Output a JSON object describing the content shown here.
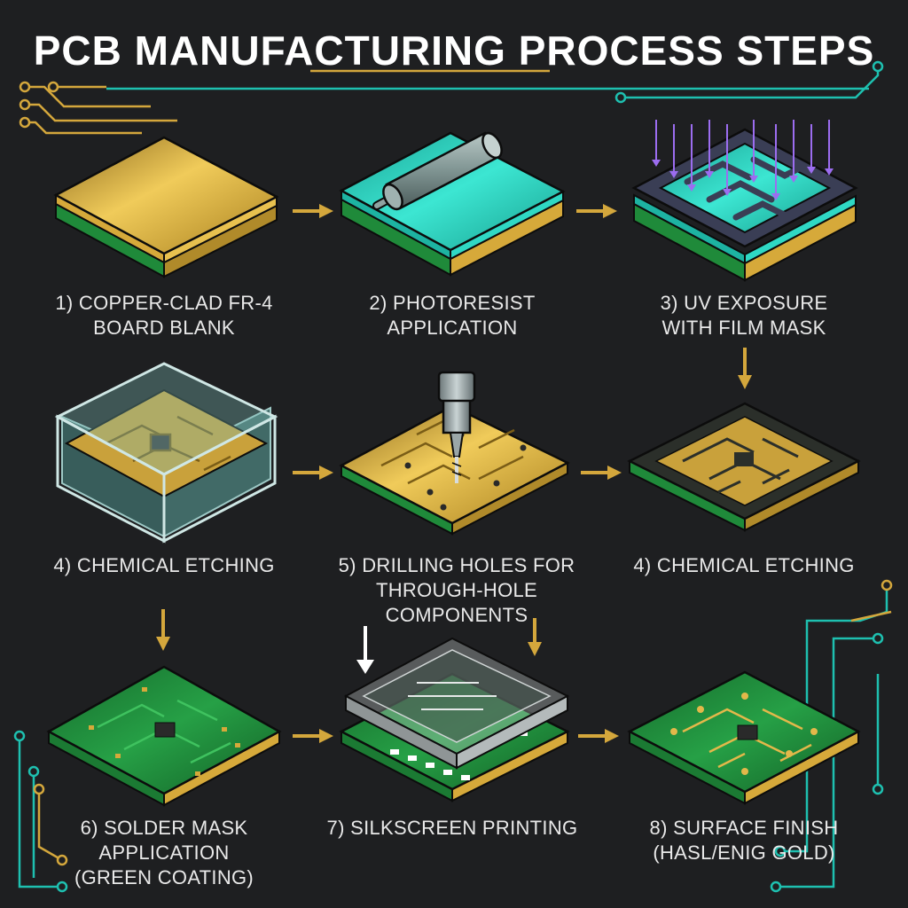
{
  "title": "PCB MANUFACTURING PROCESS STEPS",
  "steps": [
    {
      "lines": [
        "1) COPPER-CLAD FR-4",
        "BOARD BLANK"
      ]
    },
    {
      "lines": [
        "2) PHOTORESIST",
        "APPLICATION"
      ]
    },
    {
      "lines": [
        "3) UV EXPOSURE",
        "WITH FILM MASK"
      ]
    },
    {
      "lines": [
        "4) CHEMICAL ETCHING"
      ]
    },
    {
      "lines": [
        "5) DRILLING HOLES FOR",
        "THROUGH-HOLE COMPONENTS"
      ]
    },
    {
      "lines": [
        "4) CHEMICAL ETCHING"
      ]
    },
    {
      "lines": [
        "6) SOLDER MASK",
        "APPLICATION",
        "(GREEN COATING)"
      ]
    },
    {
      "lines": [
        "7) SILKSCREEN PRINTING"
      ]
    },
    {
      "lines": [
        "8) SURFACE FINISH",
        "(HASL/ENIG GOLD)"
      ]
    }
  ],
  "colors": {
    "background": "#1e1f21",
    "copper": "#d6a93a",
    "resist": "#2fd8c4",
    "mask_green": "#1f8a3a",
    "arrow": "#d4a73c",
    "trace_teal": "#1ec0b0",
    "uv": "#9c6df0"
  }
}
